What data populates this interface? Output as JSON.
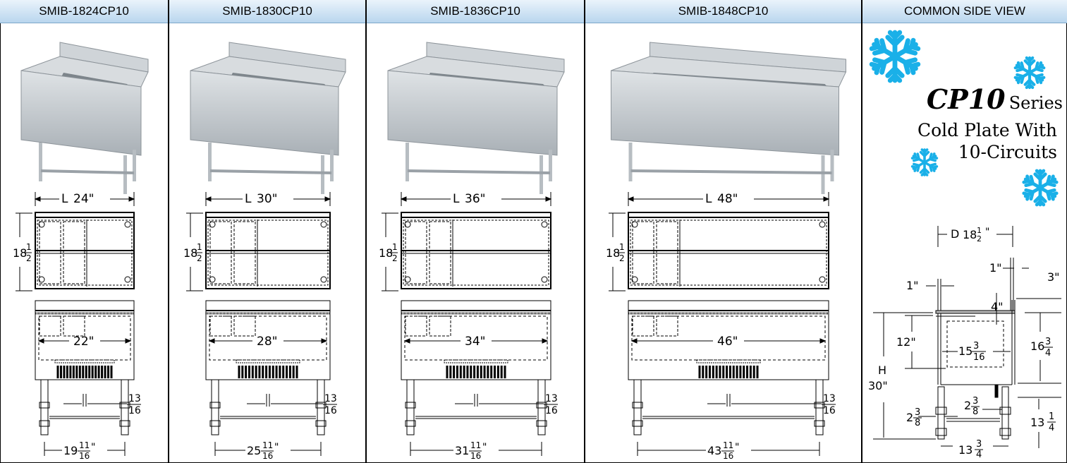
{
  "models": [
    {
      "name": "SMIB-1824CP10",
      "length": "24\"",
      "inner": "22\"",
      "leg_base": "19",
      "leg_num": "11",
      "leg_den": "16"
    },
    {
      "name": "SMIB-1830CP10",
      "length": "30\"",
      "inner": "28\"",
      "leg_base": "25",
      "leg_num": "11",
      "leg_den": "16"
    },
    {
      "name": "SMIB-1836CP10",
      "length": "36\"",
      "inner": "34\"",
      "leg_base": "31",
      "leg_num": "11",
      "leg_den": "16"
    },
    {
      "name": "SMIB-1848CP10",
      "length": "48\"",
      "inner": "46\"",
      "leg_base": "43",
      "leg_num": "11",
      "leg_den": "16"
    }
  ],
  "common": {
    "depth_whole": "18",
    "depth_num": "1",
    "depth_den": "2",
    "drain_num": "13",
    "drain_den": "16",
    "length_prefix": "L"
  },
  "side": {
    "header": "COMMON SIDE VIEW",
    "series_bold": "CP10",
    "series_word": "Series",
    "line2": "Cold Plate With",
    "line3": "10-Circuits",
    "d_label": "D",
    "d_whole": "18",
    "d_num": "1",
    "d_den": "2",
    "dim_1a": "1\"",
    "dim_1b": "1\"",
    "dim_3": "3\"",
    "dim_4": "4\"",
    "dim_12": "12\"",
    "dim_h": "H",
    "dim_30": "30\"",
    "dim_15_whole": "15",
    "dim_15_num": "3",
    "dim_15_den": "16",
    "dim_16_whole": "16",
    "dim_16_num": "3",
    "dim_16_den": "4",
    "dim_23a_whole": "2",
    "dim_23a_num": "3",
    "dim_23a_den": "8",
    "dim_23b_whole": "2",
    "dim_23b_num": "3",
    "dim_23b_den": "8",
    "dim_13q_whole": "13",
    "dim_13q_num": "1",
    "dim_13q_den": "4",
    "dim_13t_whole": "13",
    "dim_13t_num": "3",
    "dim_13t_den": "4"
  },
  "colors": {
    "snowflake": "#1ab0e8",
    "header_border": "#7ea7c9",
    "steel": "#b9c0c6"
  }
}
